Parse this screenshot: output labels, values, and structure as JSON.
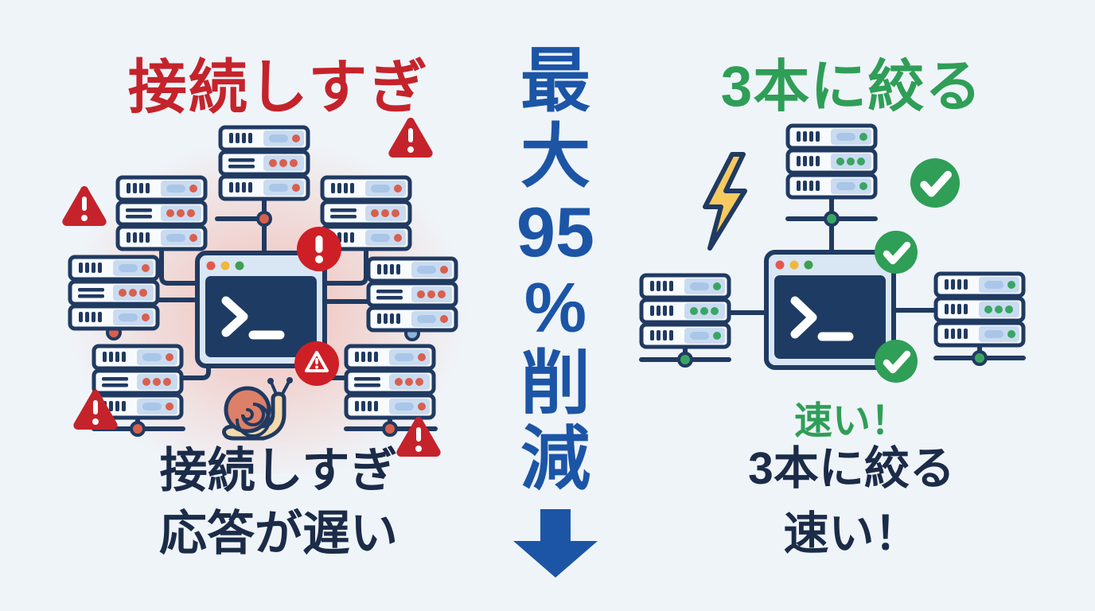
{
  "meta": {
    "type": "comparison-infographic",
    "language": "ja"
  },
  "colors": {
    "background": "#eff4f9",
    "red": "#c5232b",
    "green": "#2f9e57",
    "blue": "#1c55a6",
    "navy": "#203a61",
    "text_dark": "#1b2b48",
    "server_light": "#c9dbf0",
    "server_white": "#f8fbfe",
    "terminal_frame": "#d9e6f4",
    "terminal_screen": "#1e3c63",
    "glow_pink": "#f4907c",
    "bolt_yellow": "#f7ca60",
    "snail_shell": "#dd8068",
    "snail_body": "#f3d9ac",
    "dot_red": "#d95f4e",
    "dot_green": "#3aa563",
    "pill_blue": "#a9c6e8"
  },
  "left_panel": {
    "title": "接続しすぎ",
    "caption_line1": "接続しすぎ",
    "caption_line2": "応答が遅い",
    "server_count": 7,
    "warning_triangle_count": 4,
    "icons": [
      "server-stack",
      "terminal-window",
      "warning-triangle",
      "alert-badge",
      "snail"
    ]
  },
  "center_banner": {
    "tokens": [
      "最",
      "大",
      "95",
      "%",
      "削",
      "減"
    ],
    "full_text": "最大95%削減",
    "arrow_icon": "down-arrow"
  },
  "right_panel": {
    "title": "3本に絞る",
    "speed_label": "速い！",
    "caption_line1": "3本に絞る",
    "caption_line2": "速い！",
    "server_count": 3,
    "check_count": 3,
    "icons": [
      "server-stack",
      "terminal-window",
      "check-badge",
      "lightning-bolt"
    ]
  }
}
